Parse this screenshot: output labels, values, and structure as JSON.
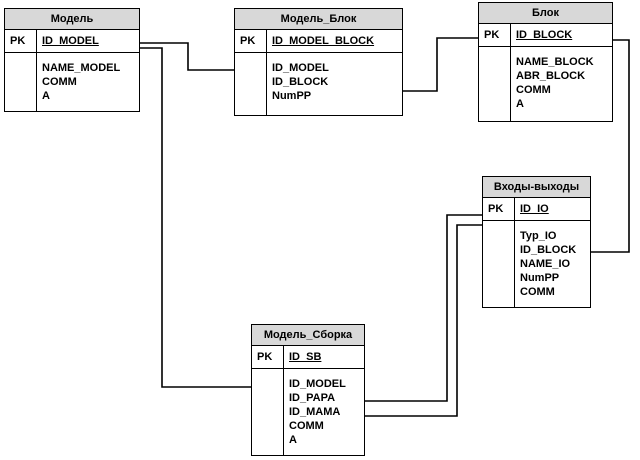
{
  "entities": {
    "model": {
      "title": "Модель",
      "pk_label": "PK",
      "pk": "ID_MODEL",
      "attrs": [
        "NAME_MODEL",
        "COMM",
        "A"
      ]
    },
    "model_block": {
      "title": "Модель_Блок",
      "pk_label": "PK",
      "pk": "ID_MODEL_BLOCK",
      "attrs": [
        "ID_MODEL",
        "ID_BLOCK",
        "NumPP"
      ]
    },
    "block": {
      "title": "Блок",
      "pk_label": "PK",
      "pk": "ID_BLOCK",
      "attrs": [
        "NAME_BLOCK",
        "ABR_BLOCK",
        "COMM",
        "A"
      ]
    },
    "io": {
      "title": "Входы-выходы",
      "pk_label": "PK",
      "pk": "ID_IO",
      "attrs": [
        "Typ_IO",
        "ID_BLOCK",
        "NAME_IO",
        "NumPP",
        "COMM"
      ]
    },
    "model_sb": {
      "title": "Модель_Сборка",
      "pk_label": "PK",
      "pk": "ID_SB",
      "attrs": [
        "ID_MODEL",
        "ID_PAPA",
        "ID_MAMA",
        "COMM",
        "A"
      ]
    }
  }
}
